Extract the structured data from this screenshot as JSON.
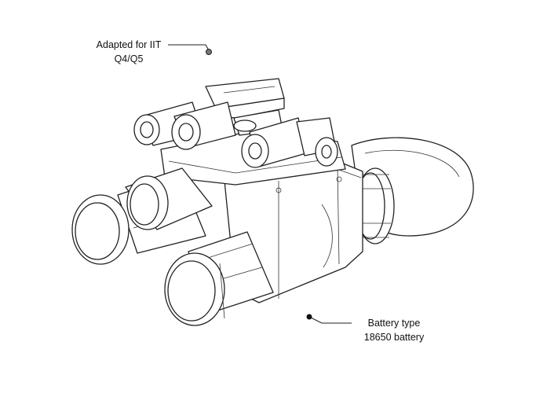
{
  "callouts": {
    "top": {
      "line1": "Adapted for IIT",
      "line2": "Q4/Q5"
    },
    "bottom": {
      "line1": "Battery type",
      "line2": "18650 battery"
    }
  },
  "colors": {
    "line": "#222222",
    "background": "#ffffff"
  }
}
